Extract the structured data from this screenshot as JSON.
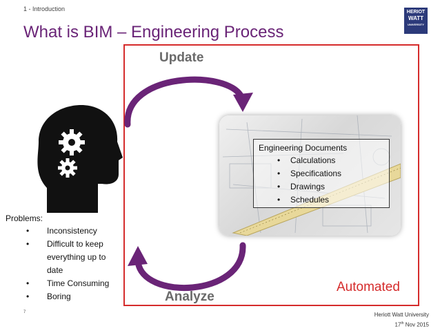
{
  "header": {
    "section": "1 - Introduction",
    "title": "What is BIM – Engineering Process",
    "logo": {
      "line1": "HERIOT",
      "line2": "WATT",
      "line3": "UNIVERSITY"
    }
  },
  "cycle": {
    "update_label": "Update",
    "analyze_label": "Analyze",
    "automated_label": "Automated",
    "arrow_color": "#6a2477",
    "frame_color": "#d52b2b"
  },
  "documents": {
    "title": "Engineering Documents",
    "items": [
      "Calculations",
      "Specifications",
      "Drawings",
      "Schedules"
    ]
  },
  "problems": {
    "heading": "Problems:",
    "items": [
      "Inconsistency",
      "Difficult to keep everything up to date",
      "Time Consuming",
      "Boring"
    ]
  },
  "footer": {
    "slide_number": "7",
    "university": "Heriott Watt University",
    "date_day": "17",
    "date_suffix": "th",
    "date_rest": " Nov 2015"
  },
  "icons": {
    "head": "head-with-gears-icon",
    "arrows": "circular-arrow-icon"
  }
}
